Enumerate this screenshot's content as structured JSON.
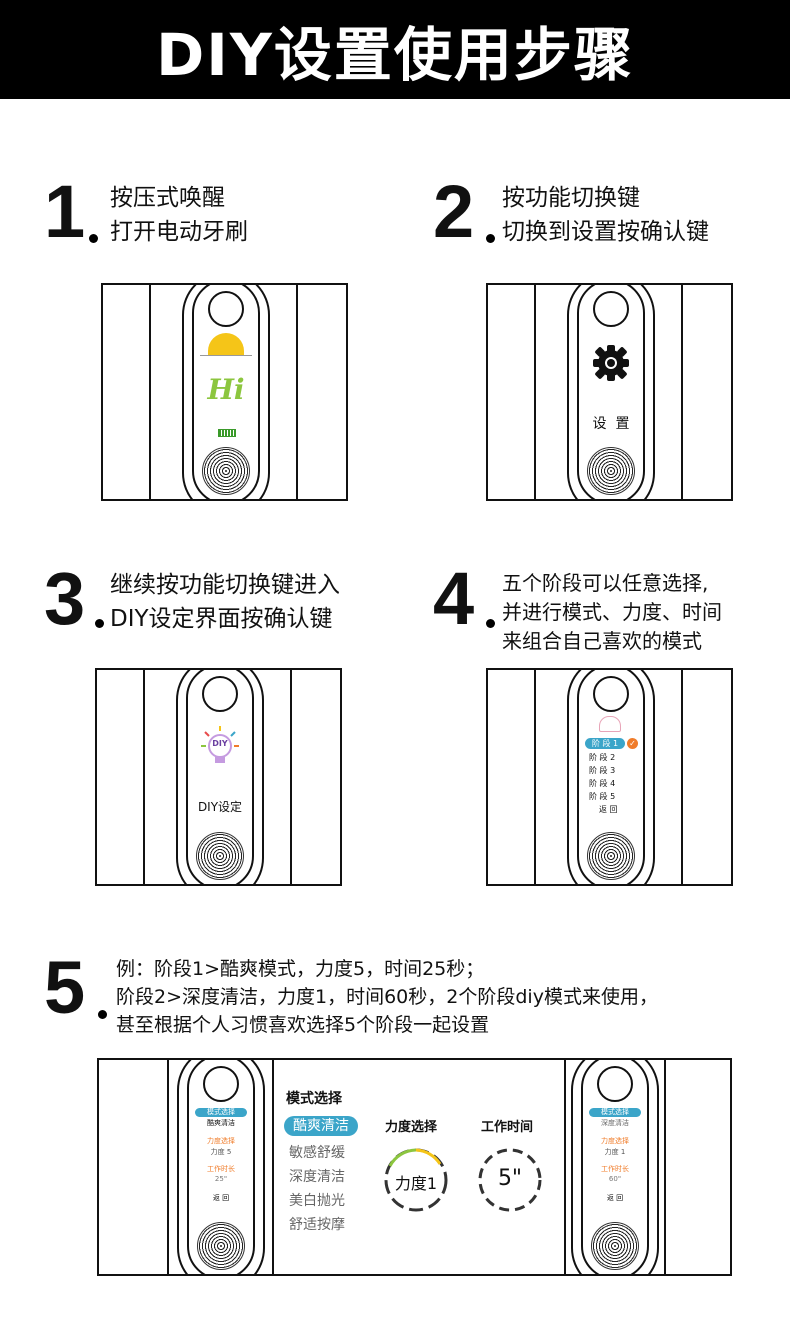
{
  "title": "DIY设置使用步骤",
  "steps": [
    {
      "number": "1",
      "lines": [
        "按压式唤醒",
        "打开电动牙刷"
      ]
    },
    {
      "number": "2",
      "lines": [
        "按功能切换键",
        "切换到设置按确认键"
      ]
    },
    {
      "number": "3",
      "lines": [
        "继续按功能切换键进入",
        "DIY设定界面按确认键"
      ]
    },
    {
      "number": "4",
      "lines": [
        "五个阶段可以任意选择,",
        "并进行模式、力度、时间",
        "来组合自己喜欢的模式"
      ]
    },
    {
      "number": "5",
      "lines": [
        "例：阶段1>酷爽模式，力度5，时间25秒；",
        "阶段2>深度清洁，力度1，时间60秒，2个阶段diy模式来使用，",
        "甚至根据个人习惯喜欢选择5个阶段一起设置"
      ]
    }
  ],
  "screens": {
    "hi": "Hi",
    "settings": "设  置",
    "diy_badge": "DIY",
    "diy_label": "DIY设定",
    "stage_list": [
      "阶 段 1",
      "阶 段 2",
      "阶 段 3",
      "阶 段 4",
      "阶 段 5",
      "返 回"
    ]
  },
  "example": {
    "left_device": {
      "mode_select": "模式选择",
      "mode": "酷爽清洁",
      "force_select": "力度选择",
      "force": "力度 5",
      "time_label": "工作时长",
      "time": "25\"",
      "back": "返 回"
    },
    "right_device": {
      "mode_select": "模式选择",
      "mode": "深度清洁",
      "force_select": "力度选择",
      "force": "力度 1",
      "time_label": "工作时长",
      "time": "60\"",
      "back": "返 回"
    },
    "mode_title": "模式选择",
    "modes": [
      "酷爽清洁",
      "敏感舒缓",
      "深度清洁",
      "美白抛光",
      "舒适按摩"
    ],
    "force_title": "力度选择",
    "force_value": "力度1",
    "time_title": "工作时间",
    "time_value": "5\""
  },
  "colors": {
    "highlight": "#3ba5c9",
    "check": "#f07c2a",
    "orange_text": "#f07c2a",
    "hi_text": "#8cc63f"
  }
}
